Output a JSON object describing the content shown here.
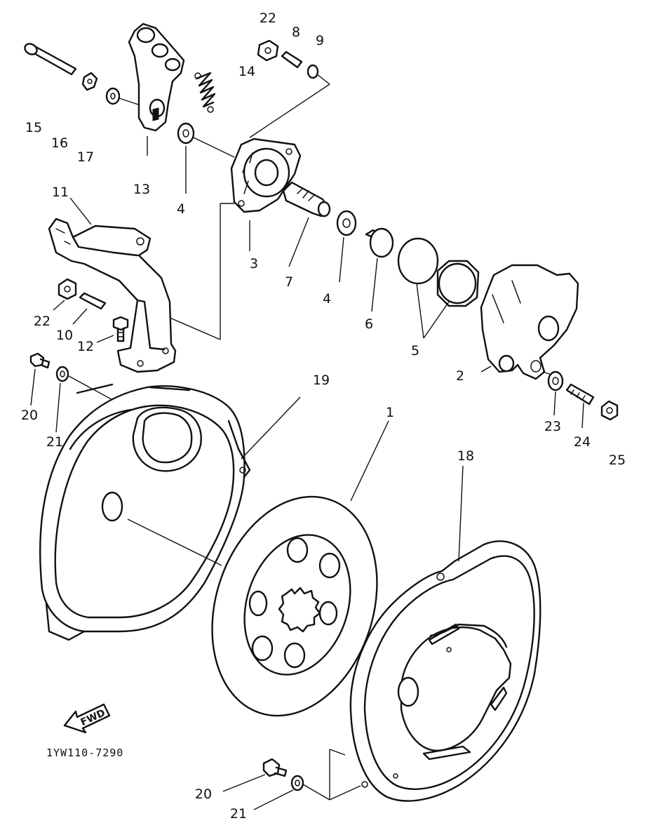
{
  "diagram": {
    "drawing_code": "1YW110-7290",
    "direction_label": "FWD",
    "callouts": [
      {
        "id": "c15",
        "text": "15"
      },
      {
        "id": "c16",
        "text": "16"
      },
      {
        "id": "c17",
        "text": "17"
      },
      {
        "id": "c13",
        "text": "13"
      },
      {
        "id": "c22a",
        "text": "22"
      },
      {
        "id": "c8",
        "text": "8"
      },
      {
        "id": "c9",
        "text": "9"
      },
      {
        "id": "c14",
        "text": "14"
      },
      {
        "id": "c4a",
        "text": "4"
      },
      {
        "id": "c3",
        "text": "3"
      },
      {
        "id": "c7",
        "text": "7"
      },
      {
        "id": "c4b",
        "text": "4"
      },
      {
        "id": "c6",
        "text": "6"
      },
      {
        "id": "c5",
        "text": "5"
      },
      {
        "id": "c2",
        "text": "2"
      },
      {
        "id": "c11",
        "text": "11"
      },
      {
        "id": "c22b",
        "text": "22"
      },
      {
        "id": "c10",
        "text": "10"
      },
      {
        "id": "c12",
        "text": "12"
      },
      {
        "id": "c20a",
        "text": "20"
      },
      {
        "id": "c21a",
        "text": "21"
      },
      {
        "id": "c19",
        "text": "19"
      },
      {
        "id": "c1",
        "text": "1"
      },
      {
        "id": "c18",
        "text": "18"
      },
      {
        "id": "c23",
        "text": "23"
      },
      {
        "id": "c24",
        "text": "24"
      },
      {
        "id": "c25",
        "text": "25"
      },
      {
        "id": "c20b",
        "text": "20"
      },
      {
        "id": "c21b",
        "text": "21"
      }
    ]
  }
}
